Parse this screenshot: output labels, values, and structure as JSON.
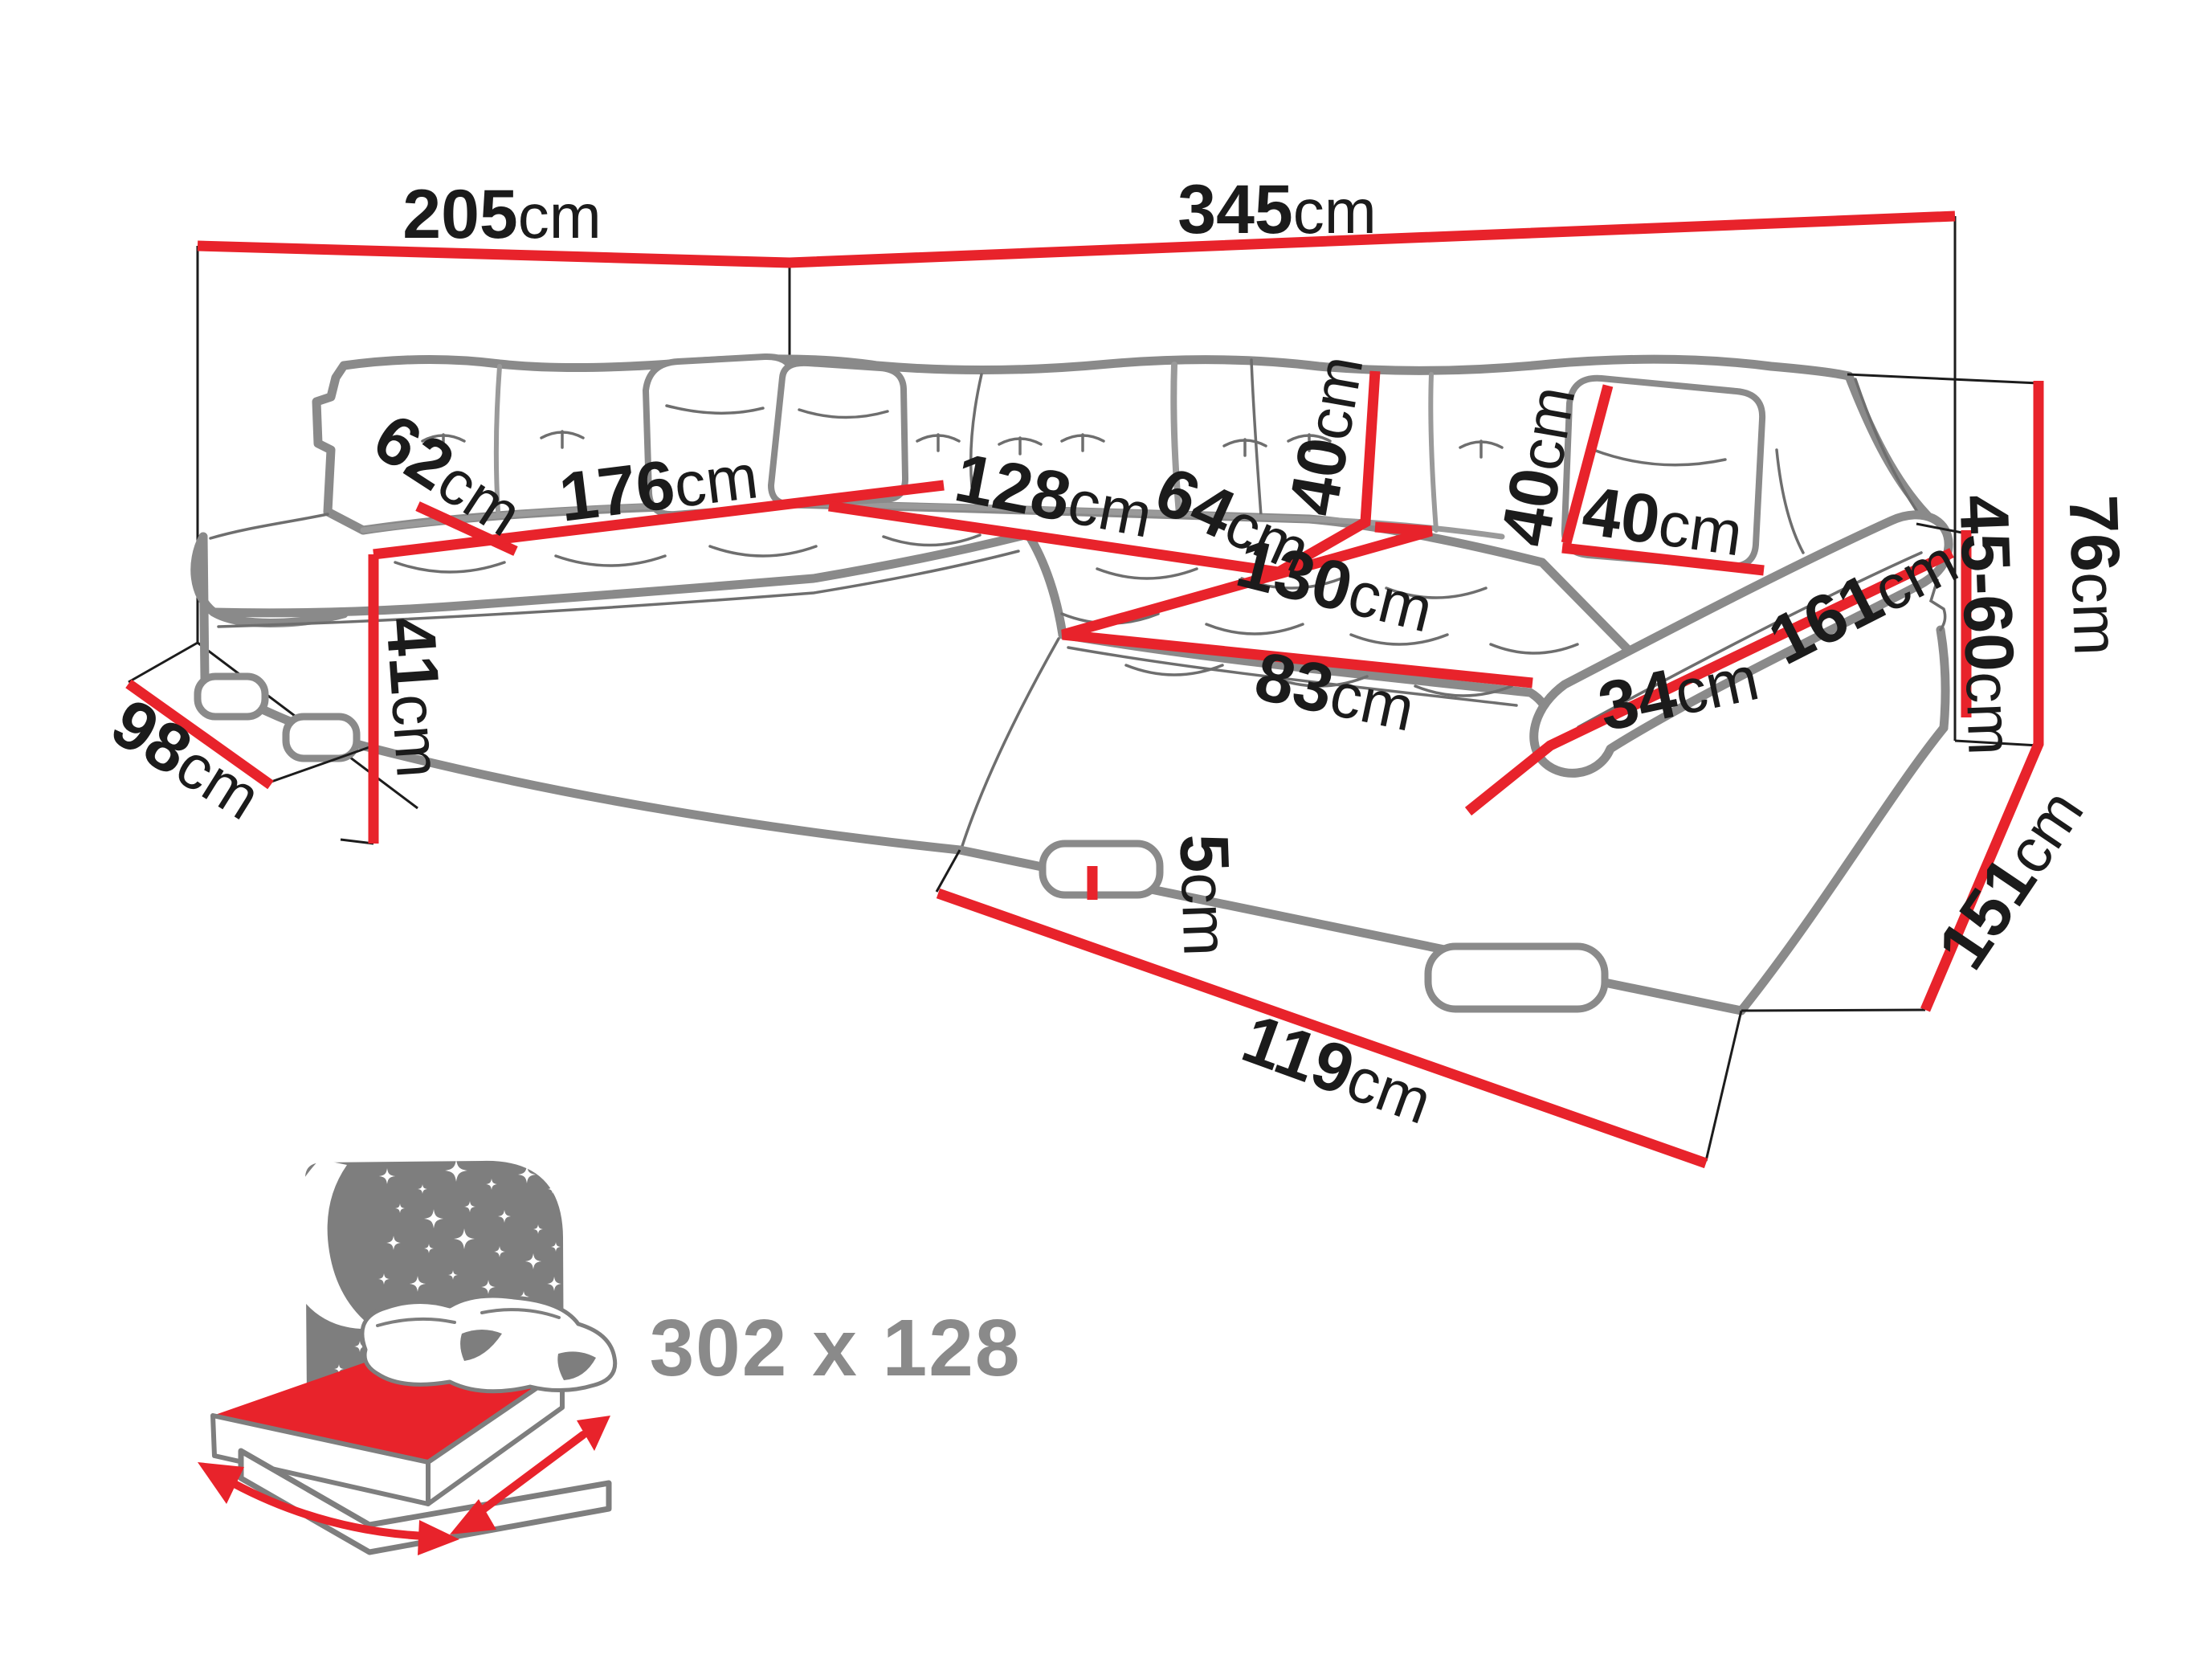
{
  "diagram": {
    "kind": "corner-sofa-dimension-drawing",
    "unit": "cm"
  },
  "colors": {
    "dimension_red": "#e8232b",
    "outline_gray": "#8a8a8a",
    "icon_gray": "#7e7e7e",
    "text_black": "#1b1b1b"
  },
  "dims": {
    "wall_left_width": {
      "value": "205",
      "unit": "cm"
    },
    "back_total_width": {
      "value": "345",
      "unit": "cm"
    },
    "left_seat_depth": {
      "value": "62",
      "unit": "cm"
    },
    "left_seat_length": {
      "value": "176",
      "unit": "cm"
    },
    "back_seat_length": {
      "value": "128",
      "unit": "cm"
    },
    "corner_seat_width": {
      "value": "64",
      "unit": "cm"
    },
    "backrest_height": {
      "value": "40",
      "unit": "cm"
    },
    "pillow_height": {
      "value": "40",
      "unit": "cm"
    },
    "pillow_width": {
      "value": "40",
      "unit": "cm"
    },
    "seat_height": {
      "value": "41",
      "unit": "cm"
    },
    "chaise_depth": {
      "value": "130",
      "unit": "cm"
    },
    "chaise_seat_front": {
      "value": "83",
      "unit": "cm"
    },
    "armrest_width": {
      "value": "34",
      "unit": "cm"
    },
    "armrest_length": {
      "value": "161",
      "unit": "cm"
    },
    "armrest_height": {
      "value": "45-60",
      "unit": "cm"
    },
    "total_height": {
      "value": "76",
      "unit": "cm"
    },
    "leg_height": {
      "value": "5",
      "unit": "cm"
    },
    "chaise_front_width": {
      "value": "119",
      "unit": "cm"
    },
    "chaise_side_length": {
      "value": "151",
      "unit": "cm"
    },
    "left_side_depth": {
      "value": "98",
      "unit": "cm"
    }
  },
  "sleeping_area": {
    "label": "302 x 128"
  }
}
